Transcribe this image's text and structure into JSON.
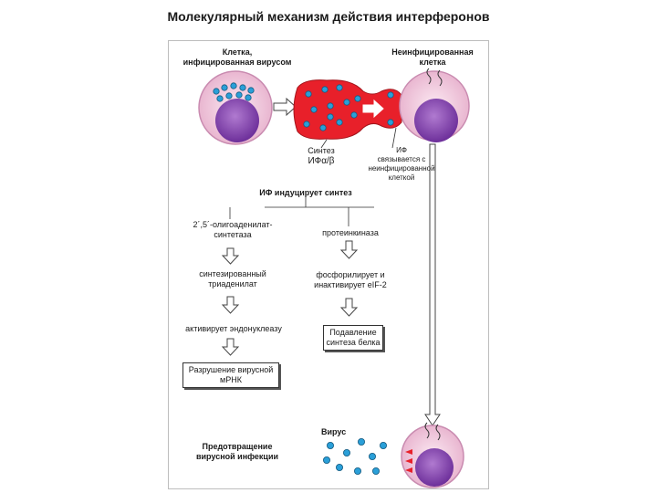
{
  "title": "Молекулярный механизм действия интерферонов",
  "infected_cell": {
    "line1": "Клетка,",
    "line2": "инфицированная вирусом"
  },
  "uninfected_cell": {
    "line1": "Неинфицированная",
    "line2": "клетка"
  },
  "synthesis": {
    "line1": "Синтез",
    "line2": "ИФα/β"
  },
  "binding": {
    "line1": "ИФ",
    "line2": "связывается с",
    "line3": "неинфицированной",
    "line4": "клеткой"
  },
  "induces": "ИФ индуцирует синтез",
  "left_path": {
    "enzyme_line1": "2´,5´-олигоаденилат-",
    "enzyme_line2": "синтетаза",
    "product_line1": "синтезированный",
    "product_line2": "триаденилат",
    "activates": "активирует эндонуклеазу",
    "result_line1": "Разрушение вирусной",
    "result_line2": "мРНК"
  },
  "right_path": {
    "enzyme": "протеинкиназа",
    "action_line1": "фосфорилирует и",
    "action_line2": "инактивирует eIF-2",
    "result_line1": "Подавление",
    "result_line2": "синтеза белка"
  },
  "virus_label": "Вирус",
  "prevention": {
    "line1": "Предотвращение",
    "line2": "вирусной инфекции"
  },
  "colors": {
    "interferon": "#e8202a",
    "virus": "#2a9fd8",
    "cell": "#f3d2e4",
    "nucleus": "#8a46b4"
  }
}
